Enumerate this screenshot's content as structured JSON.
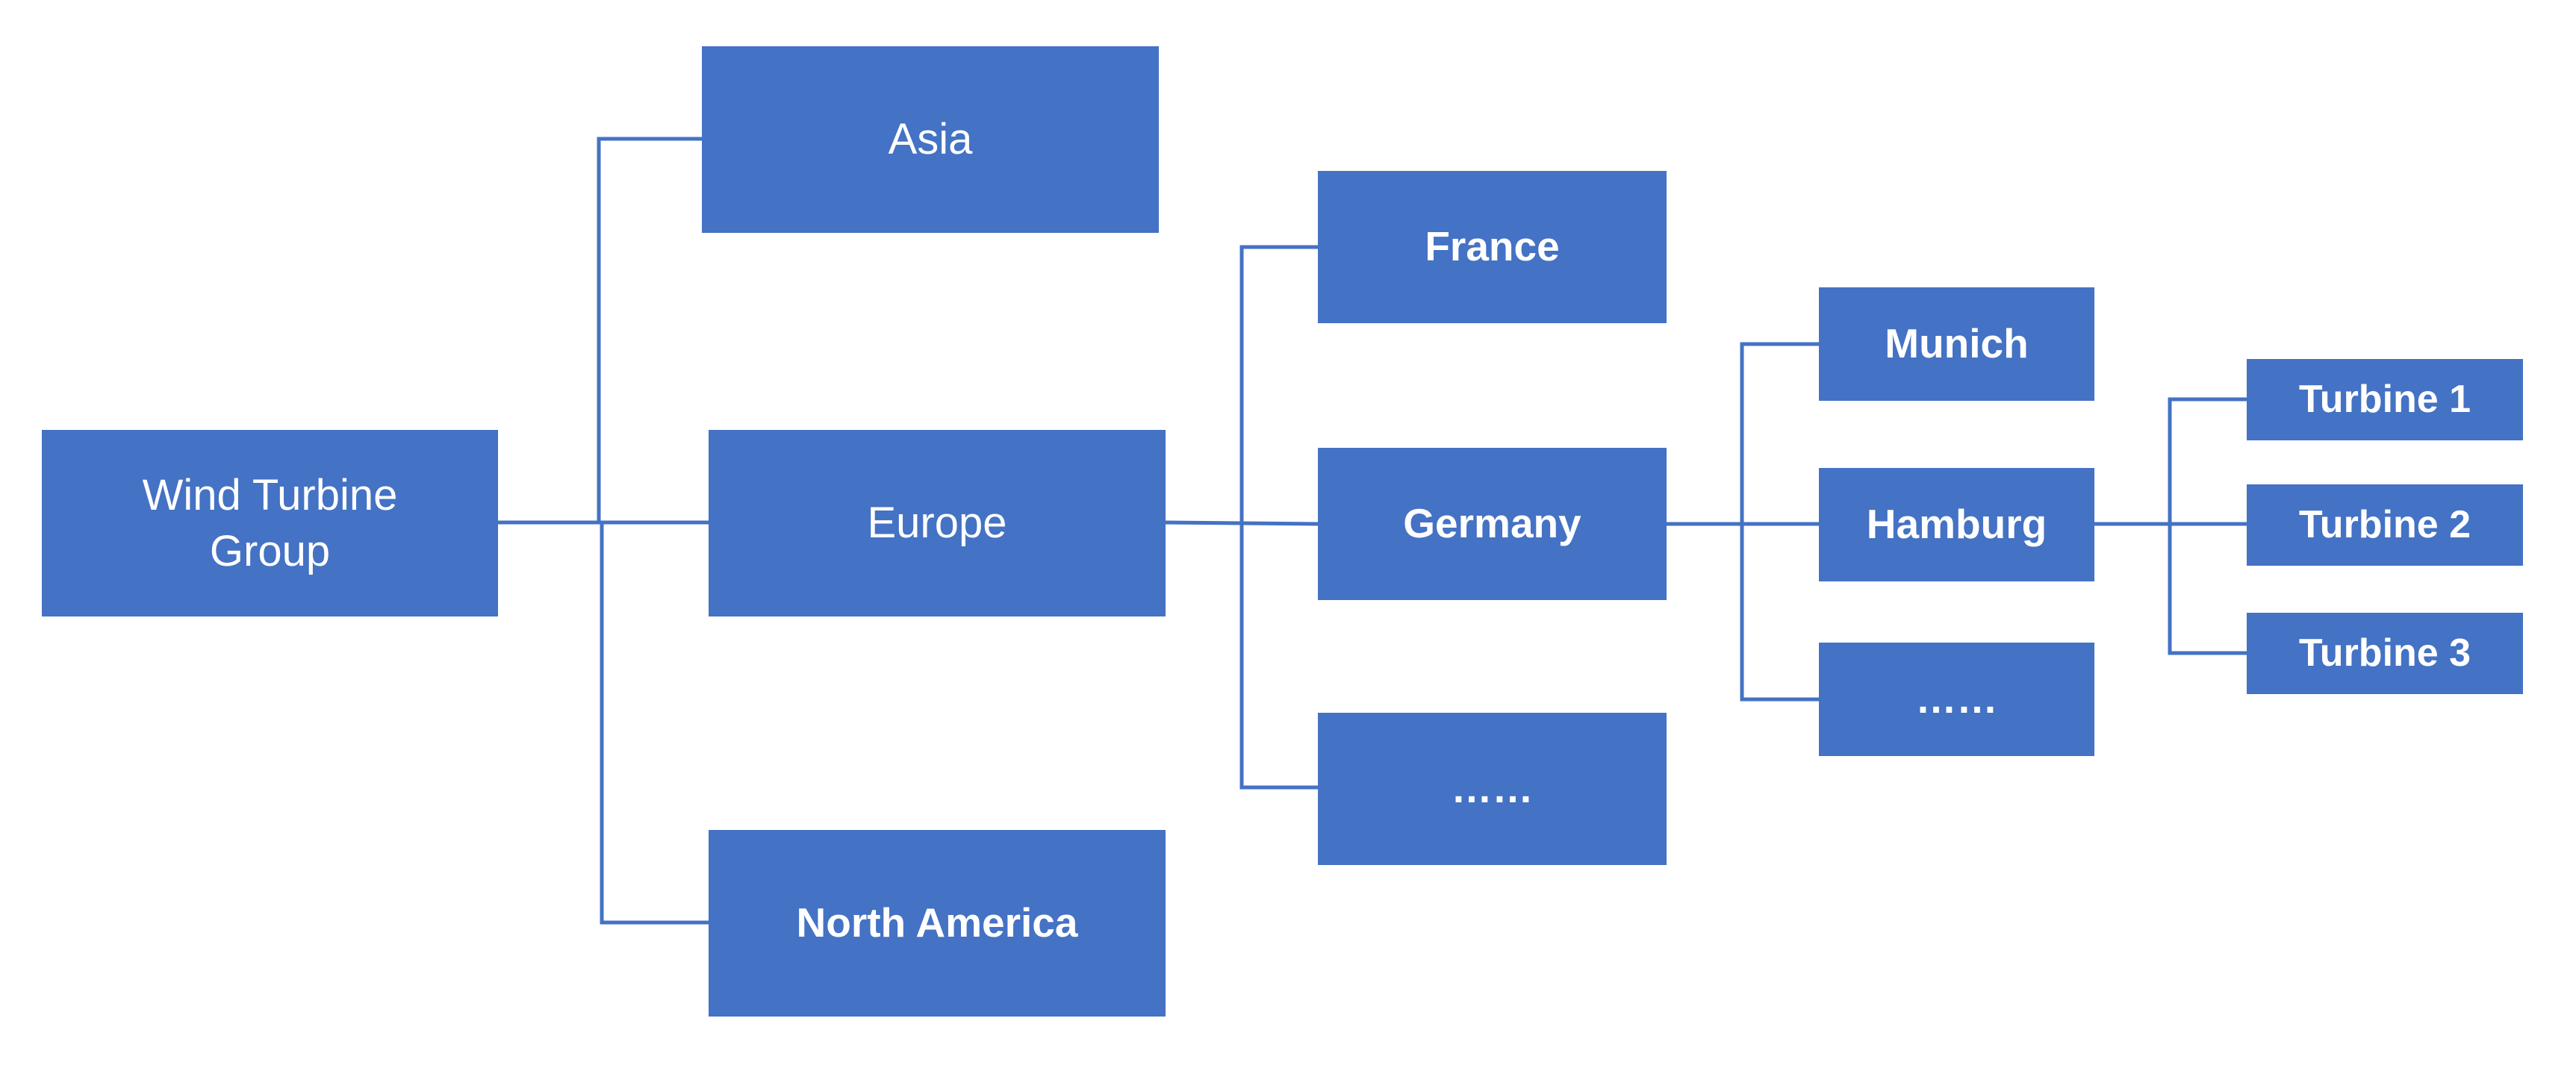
{
  "colors": {
    "box_fill": "#4472C4",
    "connector": "#4472C4",
    "text": "#FFFFFF",
    "background": "#FFFFFF"
  },
  "nodes": {
    "root": "Wind Turbine Group",
    "asia": "Asia",
    "europe": "Europe",
    "north_america": "North America",
    "france": "France",
    "germany": "Germany",
    "country_more": "……",
    "munich": "Munich",
    "hamburg": "Hamburg",
    "city_more": "……",
    "turbine_1": "Turbine 1",
    "turbine_2": "Turbine 2",
    "turbine_3": "Turbine 3"
  },
  "edges": [
    [
      "root",
      "asia"
    ],
    [
      "root",
      "europe"
    ],
    [
      "root",
      "north_america"
    ],
    [
      "europe",
      "france"
    ],
    [
      "europe",
      "germany"
    ],
    [
      "europe",
      "country_more"
    ],
    [
      "germany",
      "munich"
    ],
    [
      "germany",
      "hamburg"
    ],
    [
      "germany",
      "city_more"
    ],
    [
      "hamburg",
      "turbine_1"
    ],
    [
      "hamburg",
      "turbine_2"
    ],
    [
      "hamburg",
      "turbine_3"
    ]
  ]
}
